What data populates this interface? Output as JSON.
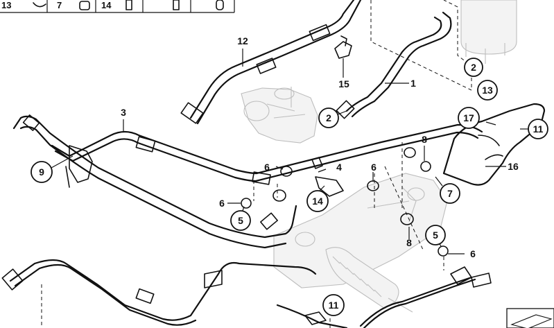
{
  "legend": {
    "items": [
      {
        "number": "13"
      },
      {
        "number": "7"
      },
      {
        "number": "14"
      },
      {
        "number": ""
      },
      {
        "number": ""
      }
    ]
  },
  "callouts": {
    "c2a": "2",
    "c2b": "2",
    "c13": "13",
    "c17": "17",
    "c11a": "11",
    "c9": "9",
    "c5a": "5",
    "c14": "14",
    "c7": "7",
    "c5b": "5",
    "c11b": "11"
  },
  "labels": {
    "l1": "1",
    "l3": "3",
    "l4": "4",
    "l6a": "6",
    "l6b": "6",
    "l6c": "6",
    "l6d": "6",
    "l8a": "8",
    "l8b": "8",
    "l12": "12",
    "l15": "15",
    "l16": "16"
  }
}
